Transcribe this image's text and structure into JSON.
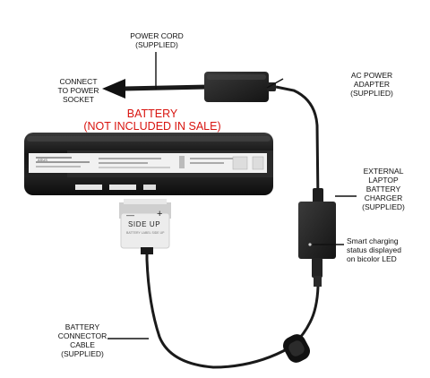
{
  "labels": {
    "power_cord": [
      "POWER CORD",
      "(SUPPLIED)"
    ],
    "connect": [
      "CONNECT",
      "TO POWER",
      "SOCKET"
    ],
    "ac_adapter": [
      "AC POWER",
      "ADAPTER",
      "(SUPPLIED)"
    ],
    "battery": [
      "BATTERY",
      "(NOT INCLUDED IN SALE)"
    ],
    "charger": [
      "EXTERNAL",
      "LAPTOP",
      "BATTERY",
      "CHARGER",
      "(SUPPLIED)"
    ],
    "led": [
      "Smart charging",
      "status displayed",
      "on bicolor LED"
    ],
    "connector_cable": [
      "BATTERY",
      "CONNECTOR",
      "CABLE",
      "(SUPPLIED)"
    ]
  },
  "connector": {
    "minus": "—",
    "plus": "+",
    "side_up": "SIDE UP",
    "sublabel": "BATTERY LABEL SIDE UP"
  },
  "battery_label_text": "ASUS",
  "colors": {
    "accent_red": "#d8140f",
    "device_black": "#1c1c1c"
  }
}
